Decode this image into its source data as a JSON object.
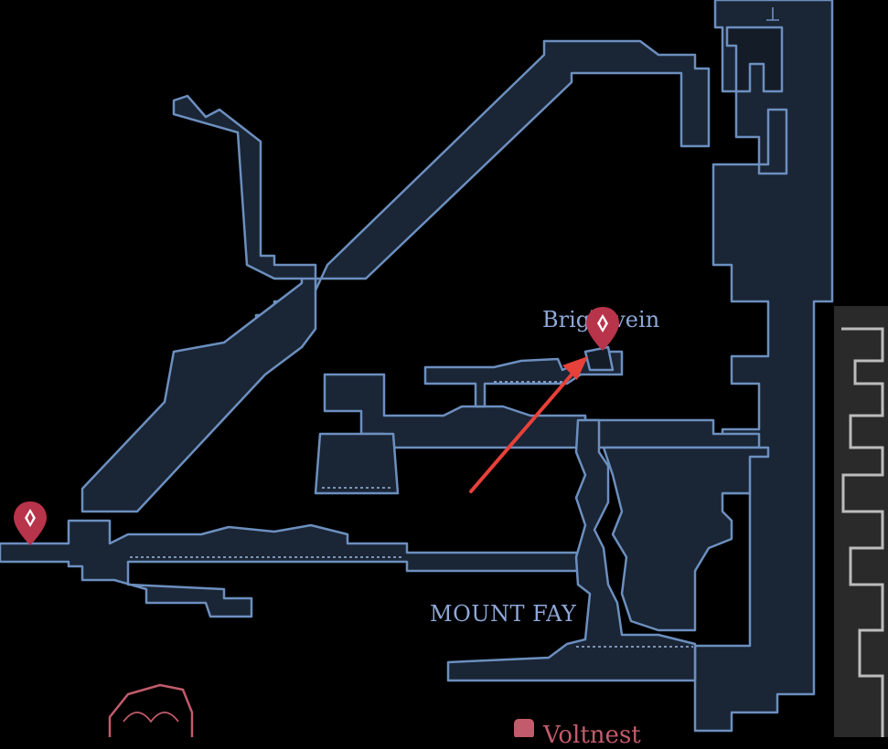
{
  "map": {
    "region_label": "MOUNT FAY",
    "area_label": "Brightvein",
    "adjacent_region_label": "Voltnest"
  },
  "markers": [
    {
      "name": "map-pin-marker-brightvein",
      "icon": "map-pin-icon",
      "color": "#b8344a"
    },
    {
      "name": "map-pin-marker-west",
      "icon": "map-pin-icon",
      "color": "#b8344a"
    }
  ],
  "annotation": {
    "icon": "red-arrow-annotation",
    "color": "#e8413a"
  },
  "colors": {
    "background": "#000000",
    "room_fill": "#1a2535",
    "room_outline": "#6c8fbf",
    "label": "#8ea8d8",
    "adjacent_region": "#c25b6b"
  }
}
